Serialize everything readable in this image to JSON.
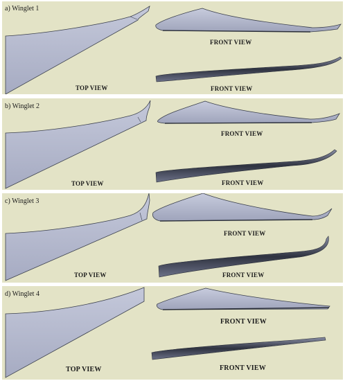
{
  "panels": [
    {
      "label": "a) Winglet 1",
      "captions": {
        "top": "TOP VIEW",
        "front1": "FRONT VIEW",
        "front2": "FRONT VIEW"
      }
    },
    {
      "label": "b) Winglet 2",
      "captions": {
        "top": "TOP VIEW",
        "front1": "FRONT VIEW",
        "front2": "FRONT VIEW"
      }
    },
    {
      "label": "c) Winglet 3",
      "captions": {
        "top": "TOP VIEW",
        "front1": "FRONT VIEW",
        "front2": "FRONT VIEW"
      }
    },
    {
      "label": "d) Winglet 4",
      "captions": {
        "top": "TOP VIEW",
        "front1": "FRONT VIEW",
        "front2": "FRONT VIEW"
      }
    }
  ],
  "colors": {
    "background": "#e3e3c6",
    "wing_fill": "#b4b9cf",
    "wing_edge": "#333844"
  }
}
